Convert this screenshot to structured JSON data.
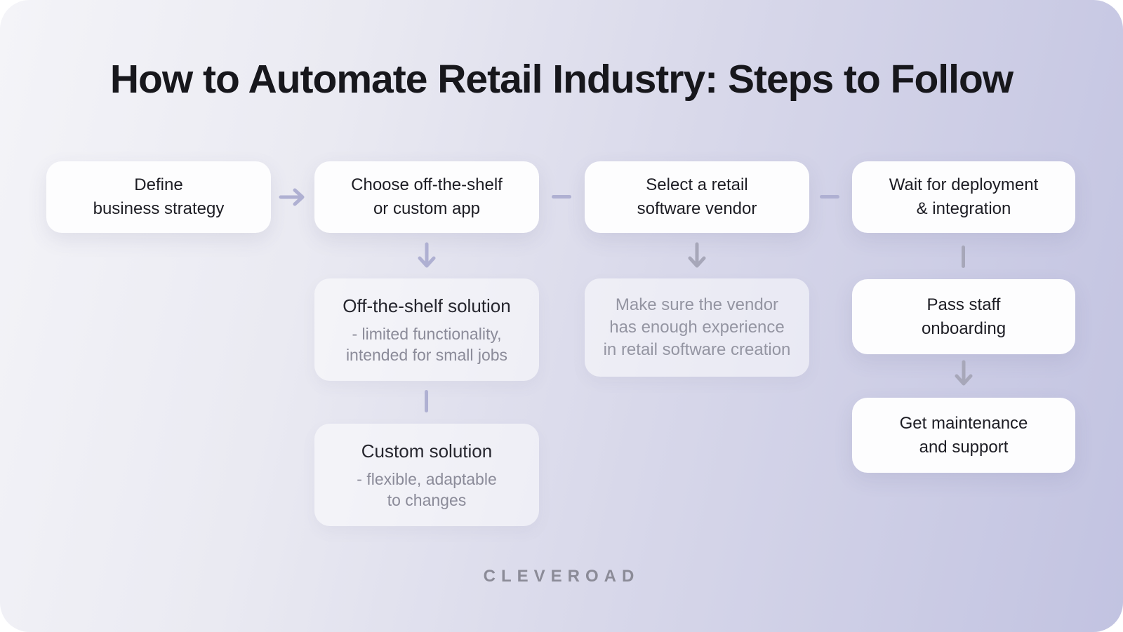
{
  "title": "How to Automate Retail Industry: Steps to Follow",
  "footer": {
    "brand": "CLEVEROAD"
  },
  "colors": {
    "background_start": "#f4f4f8",
    "background_end": "#c2c3e1",
    "title_text": "#17171c",
    "step_text": "#1d1d24",
    "muted_text": "#8b8b99",
    "connector_lavender": "#afb0d2",
    "connector_gray": "#a7a7b9",
    "box_solid": "#fdfdfe",
    "box_soft": "rgba(255,255,255,0.52)"
  },
  "steps": [
    {
      "label": "Define\nbusiness strategy"
    },
    {
      "label": "Choose off-the-shelf\nor custom app"
    },
    {
      "label": "Select a retail\nsoftware vendor"
    },
    {
      "label": "Wait for deployment\n& integration"
    }
  ],
  "details": {
    "off_the_shelf": {
      "title": "Off-the-shelf solution",
      "desc": "- limited functionality,\nintended for small jobs"
    },
    "custom": {
      "title": "Custom solution",
      "desc": "- flexible, adaptable\nto changes"
    },
    "vendor_note": {
      "desc": "Make sure the vendor\nhas enough experience\nin retail software creation"
    },
    "onboarding": {
      "title": "Pass staff\nonboarding"
    },
    "maintenance": {
      "title": "Get maintenance\nand support"
    }
  }
}
